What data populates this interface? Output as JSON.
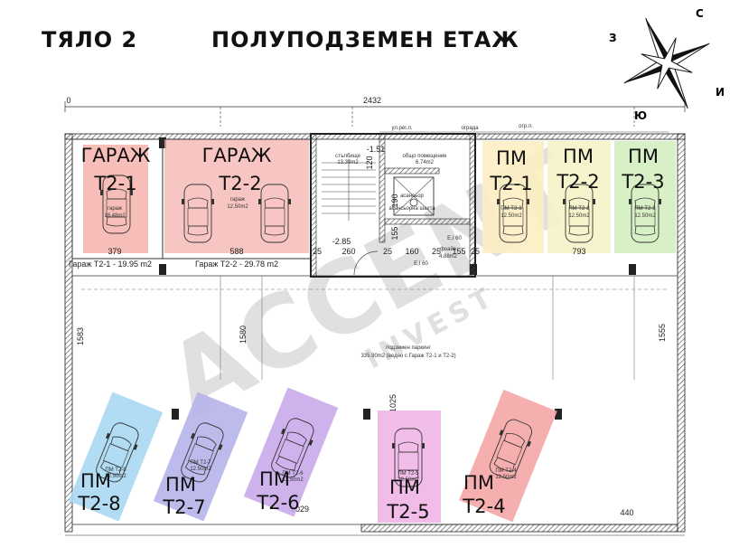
{
  "header": {
    "block": "ТЯЛО 2",
    "floor": "ПОЛУПОДЗЕМЕН ЕТАЖ"
  },
  "compass": {
    "north": "С",
    "east": "И",
    "west": "З",
    "south": "Ю"
  },
  "colors": {
    "garage_fill": "#f6b3ad",
    "pm_top_1": "#fbeec2",
    "pm_top_2": "#f5f3c6",
    "pm_top_3": "#d6efc2",
    "pm_blue": "#a9d8f3",
    "pm_indigo": "#b6b2ea",
    "pm_violet": "#c9aaea",
    "pm_pink": "#f0b5e4",
    "pm_red": "#f4a6a6"
  },
  "garages": [
    {
      "line1": "ГАРАЖ",
      "line2": "Т2-1",
      "note1": "гараж",
      "note2": "18.48m2",
      "dim": "379",
      "label": "Гараж Т2-1 - 19.95 m2"
    },
    {
      "line1": "ГАРАЖ",
      "line2": "Т2-2",
      "note1": "гараж",
      "note2": "12.50m2",
      "dim": "588",
      "label": "Гараж Т2-2 - 29.78 m2"
    }
  ],
  "spots_top": [
    {
      "line1": "ПМ",
      "line2": "Т2-1",
      "note1": "ПМ Т2-1",
      "note2": "12.50m2"
    },
    {
      "line1": "ПМ",
      "line2": "Т2-2",
      "note1": "ПМ Т2-2",
      "note2": "12.50m2"
    },
    {
      "line1": "ПМ",
      "line2": "Т2-3",
      "note1": "ПМ Т2-3",
      "note2": "12.50m2"
    }
  ],
  "spots_bottom": [
    {
      "line1": "ПМ",
      "line2": "Т2-8",
      "note1": "ПМ Т2-8",
      "note2": "12.50m2"
    },
    {
      "line1": "ПМ",
      "line2": "Т2-7",
      "note1": "ПМ Т2-7",
      "note2": "12.50m2"
    },
    {
      "line1": "ПМ",
      "line2": "Т2-6",
      "note1": "ПМ Т2-6",
      "note2": "12.50m2"
    },
    {
      "line1": "ПМ",
      "line2": "Т2-5",
      "note1": "ПМ Т2-5",
      "note2": "12.50m2"
    },
    {
      "line1": "ПМ",
      "line2": "Т2-4",
      "note1": "ПМ Т2-4",
      "note2": "12.50m2"
    }
  ],
  "rooms": {
    "stair_name": "стълбище",
    "stair_area": "13.39m2",
    "common_name": "общо помещение",
    "common_area": "6.74m2",
    "lift": "асансьор",
    "lift_shaft": "асансьорна шахта",
    "foyer_name": "фоайе",
    "foyer_area": "4.88m2",
    "parking_name": "подземен паркинг",
    "parking_area": "335.90m2 (ведно с Гараж Т2-1 и Т2-2)",
    "level_a": "-1.51",
    "level_b": "-2.85"
  },
  "dims": {
    "total": "2432",
    "left_edge": "0",
    "left_height": "1583",
    "mid_height": "1580",
    "right_height": "1555",
    "spot_length": "1025",
    "right_bottom": "440",
    "bottom_mid": "2029",
    "room_a": "260",
    "room_b": "160",
    "room_c": "155",
    "wall_a": "25",
    "wall_b": "25",
    "wall_c": "25",
    "wall_d": "25",
    "stair_v1": "120",
    "stair_v2": "190",
    "stair_v3": "155",
    "top_right": "793",
    "door_a": "E,I 60",
    "door_b": "E,I 60"
  },
  "top_notes": {
    "reg": "ул.рег.л.",
    "fence": "ограда",
    "line": "огр.л."
  },
  "watermark": {
    "main": "ACCENT",
    "sub": "INVEST"
  }
}
